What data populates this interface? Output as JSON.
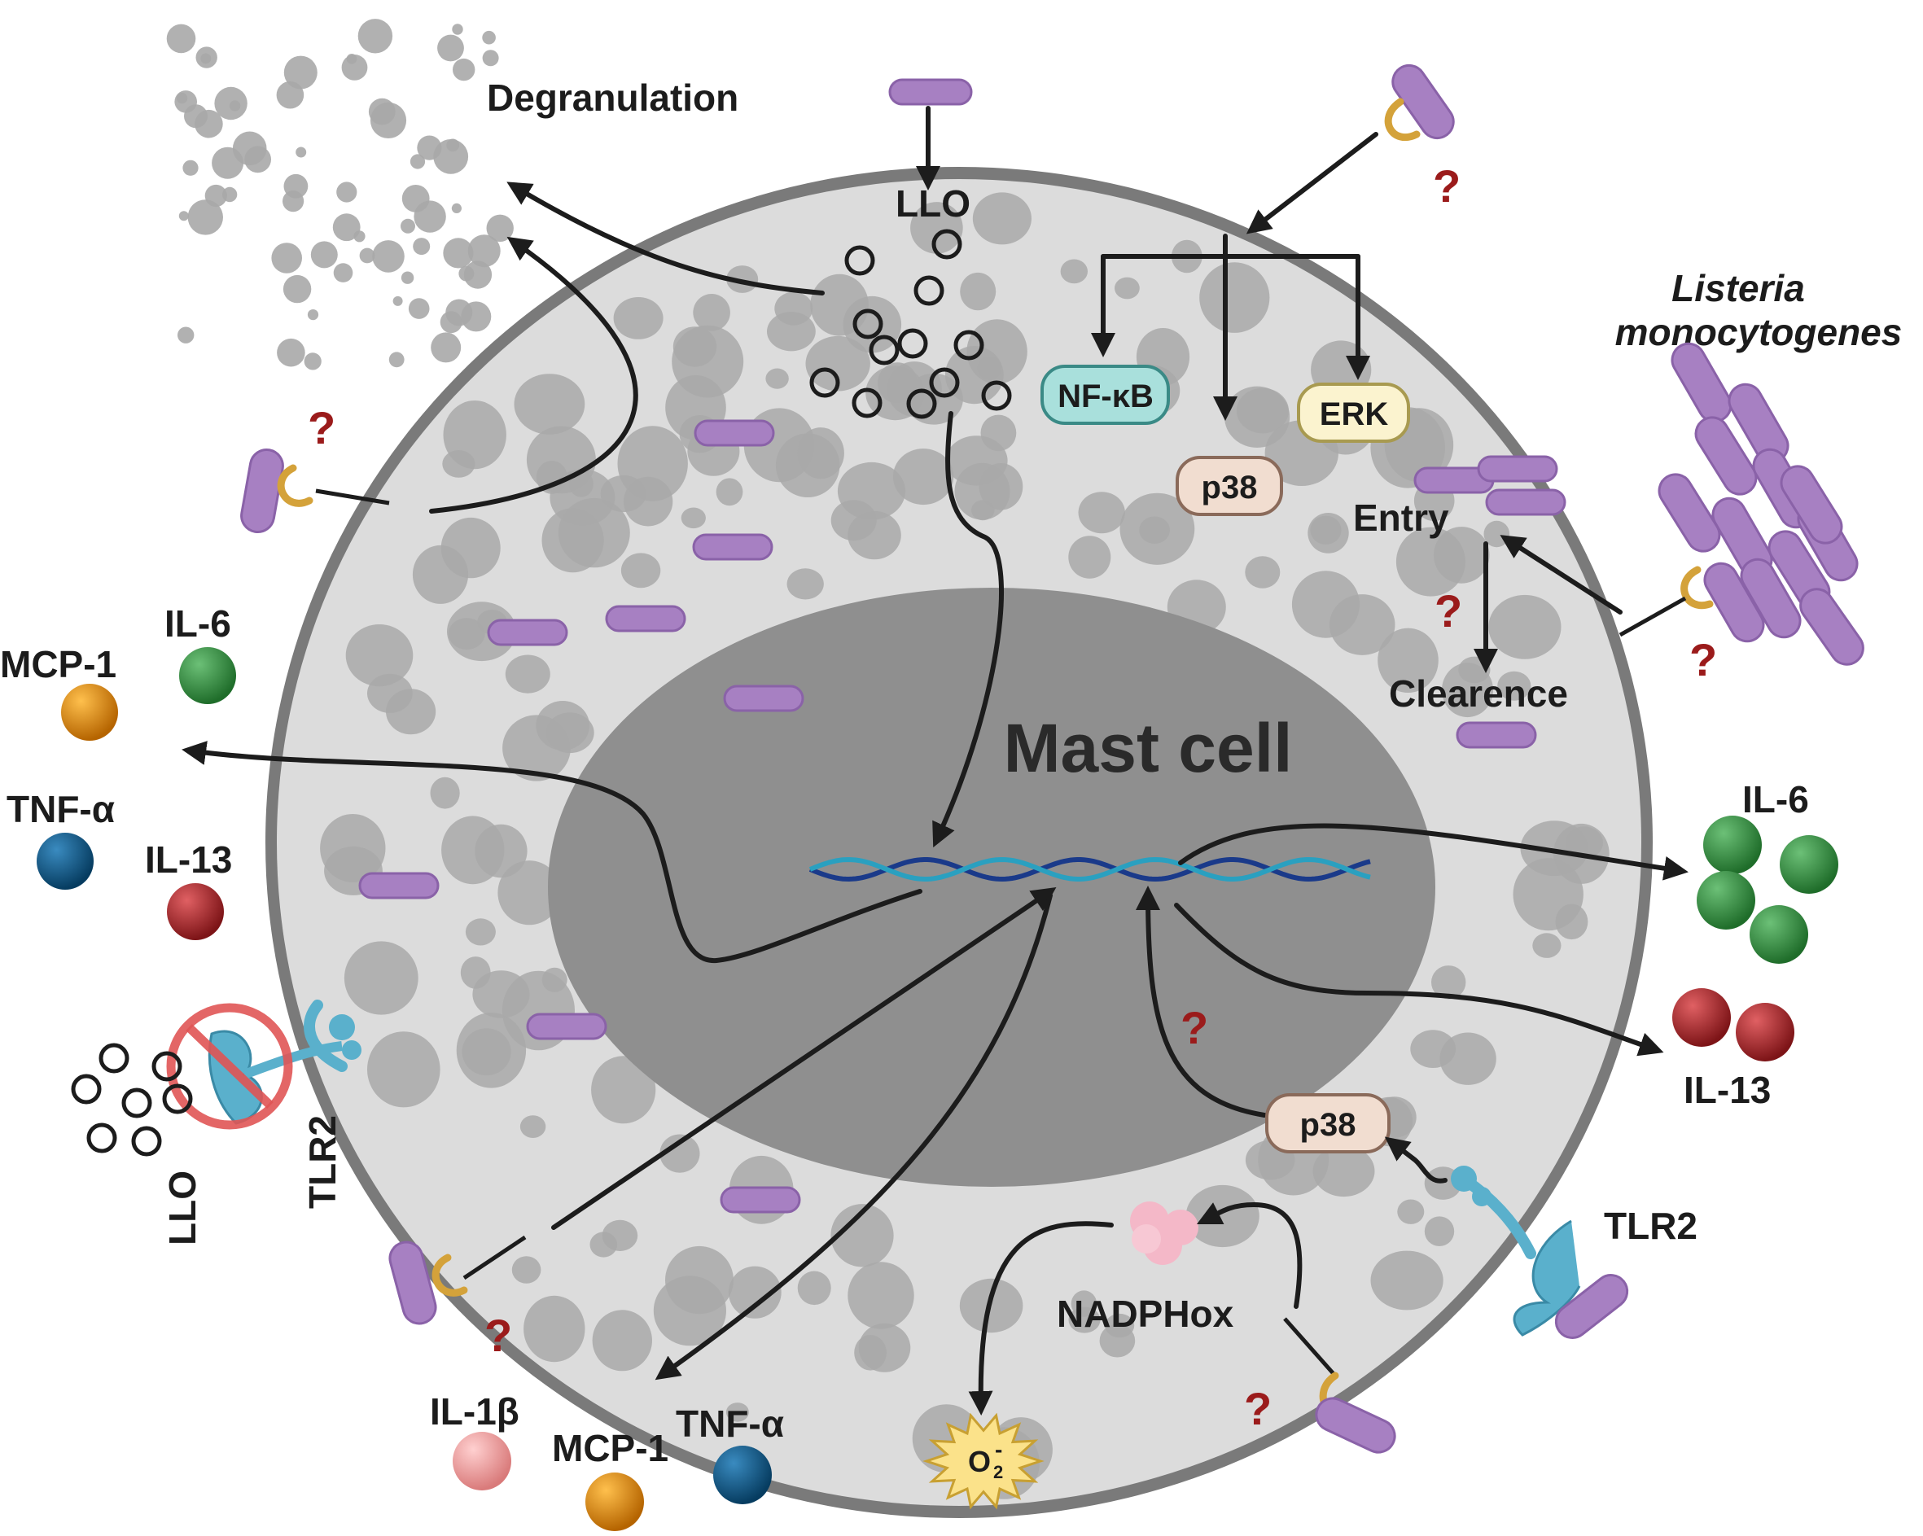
{
  "cell": {
    "title": "Mast cell"
  },
  "labels": {
    "degranulation": "Degranulation",
    "llo_top": "LLO",
    "nfkb": "NF-κB",
    "erk": "ERK",
    "p38_top": "p38",
    "p38_bottom": "p38",
    "entry": "Entry",
    "clearance": "Clearence",
    "listeria_line1": "Listeria",
    "listeria_line2": "monocytogenes",
    "il6_left": "IL-6",
    "mcp1_left": "MCP-1",
    "tnfa_left": "TNF-α",
    "il13_left": "IL-13",
    "il6_right": "IL-6",
    "il13_right": "IL-13",
    "tlr2_left": "TLR2",
    "tlr2_right": "TLR2",
    "llo_bottom": "LLO",
    "nadphox": "NADPHox",
    "il1b": "IL-1β",
    "mcp1_bottom": "MCP-1",
    "tnfa_bottom": "TNF-α",
    "superoxide": "O",
    "superoxide_sup": "-",
    "superoxide_sub": "2",
    "question": "?"
  },
  "colors": {
    "cell_fill": "#dcdcdc",
    "cell_border": "#7a7a7a",
    "nucleus": "#8f8f8f",
    "bacteria": "#a780c2",
    "receptor": "#d4a23a",
    "nfkb": "#a9e0dc",
    "erk": "#fbf3cf",
    "p38": "#f1ddd0",
    "il6": "#2f8a3c",
    "il13": "#a8282a",
    "mcp1": "#e08a10",
    "tnfa": "#0d5a8a",
    "il1b": "#f0a0a0",
    "tlr2": "#5ab0cc",
    "nadphox": "#f4b8c8",
    "superoxide": "#fbe28a",
    "question": "#9b1b1b",
    "inhibit": "#e05555"
  }
}
